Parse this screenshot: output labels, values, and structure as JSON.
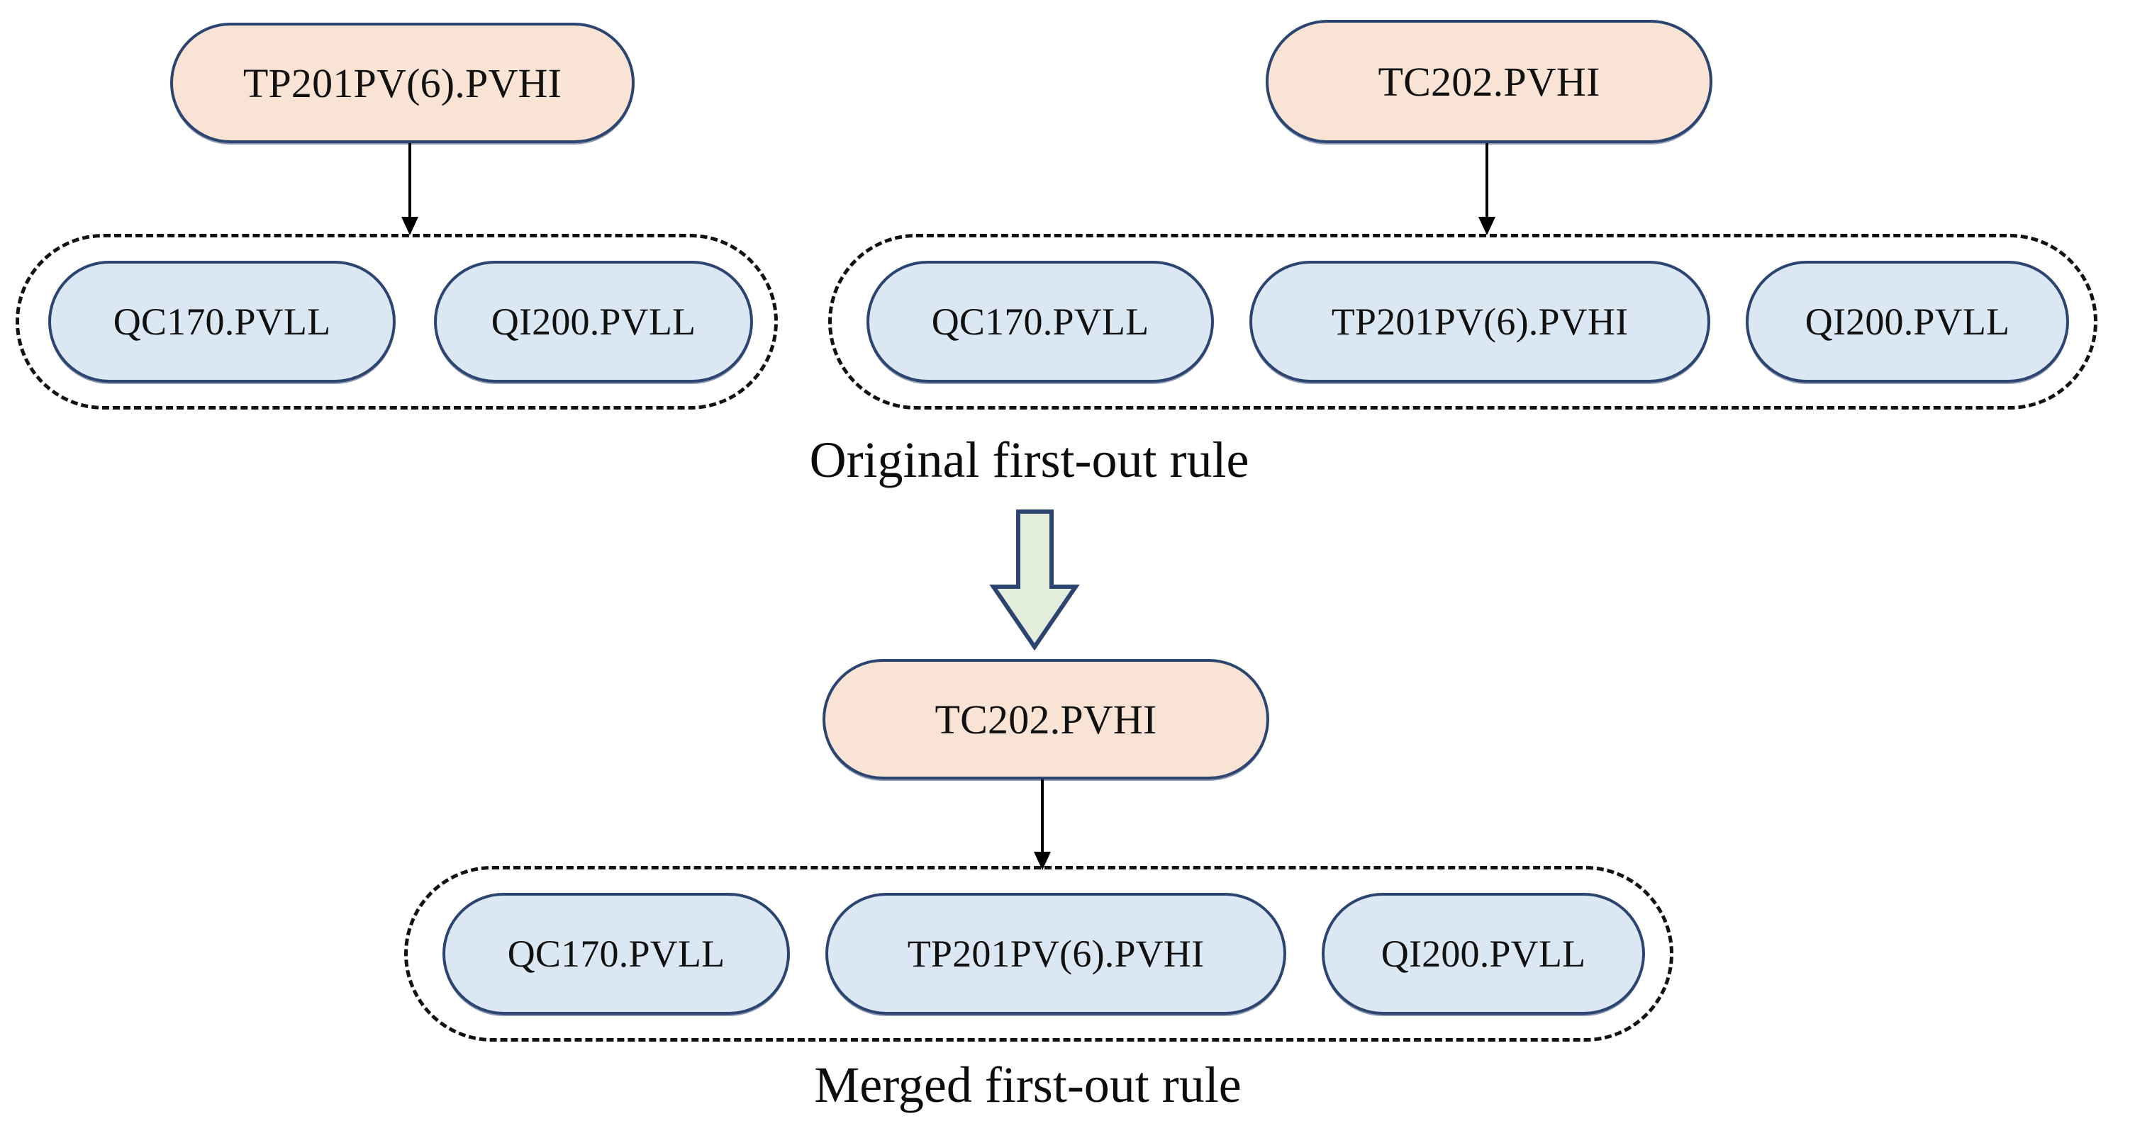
{
  "diagram": {
    "title_top": "Original first-out rule",
    "title_bottom": "Merged first-out rule",
    "colors": {
      "trigger_fill": "#F9E3D5",
      "member_fill": "#DCE7F4",
      "node_border": "#2C4470",
      "group_border": "#121212",
      "block_arrow_fill": "#E3EDDB",
      "block_arrow_border": "#2C4470",
      "connector": "#000000",
      "background": "#FFFFFF",
      "text": "#111111"
    },
    "original_rule": {
      "rules": [
        {
          "id": "rule-left",
          "trigger": "TP201PV(6).PVHI",
          "members": [
            "QC170.PVLL",
            "QI200.PVLL"
          ]
        },
        {
          "id": "rule-right",
          "trigger": "TC202.PVHI",
          "members": [
            "QC170.PVLL",
            "TP201PV(6).PVHI",
            "QI200.PVLL"
          ]
        }
      ]
    },
    "merged_rule": {
      "rules": [
        {
          "id": "rule-merged",
          "trigger": "TC202.PVHI",
          "members": [
            "QC170.PVLL",
            "TP201PV(6).PVHI",
            "QI200.PVLL"
          ]
        }
      ]
    },
    "icons": {
      "down_arrow": "down-arrow-icon",
      "transform_arrow": "transform-block-arrow-icon"
    }
  }
}
